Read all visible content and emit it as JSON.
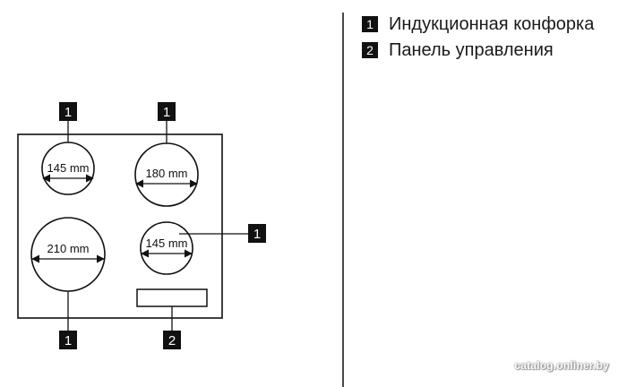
{
  "diagram": {
    "badges": {
      "zone_top_left": "1",
      "zone_top_right": "1",
      "zone_bottom_right": "1",
      "zone_bottom_left": "1",
      "control_panel": "2"
    },
    "zones": {
      "top_left": "145 mm",
      "top_right": "180 mm",
      "bottom_left": "210 mm",
      "bottom_right": "145 mm"
    }
  },
  "legend": {
    "items": [
      {
        "number": "1",
        "label": "Индукционная конфорка"
      },
      {
        "number": "2",
        "label": "Панель управления"
      }
    ]
  },
  "watermark": "catalog.onliner.by",
  "colors": {
    "ink": "#111111",
    "divider": "#4a4a4a",
    "background": "#ffffff"
  }
}
